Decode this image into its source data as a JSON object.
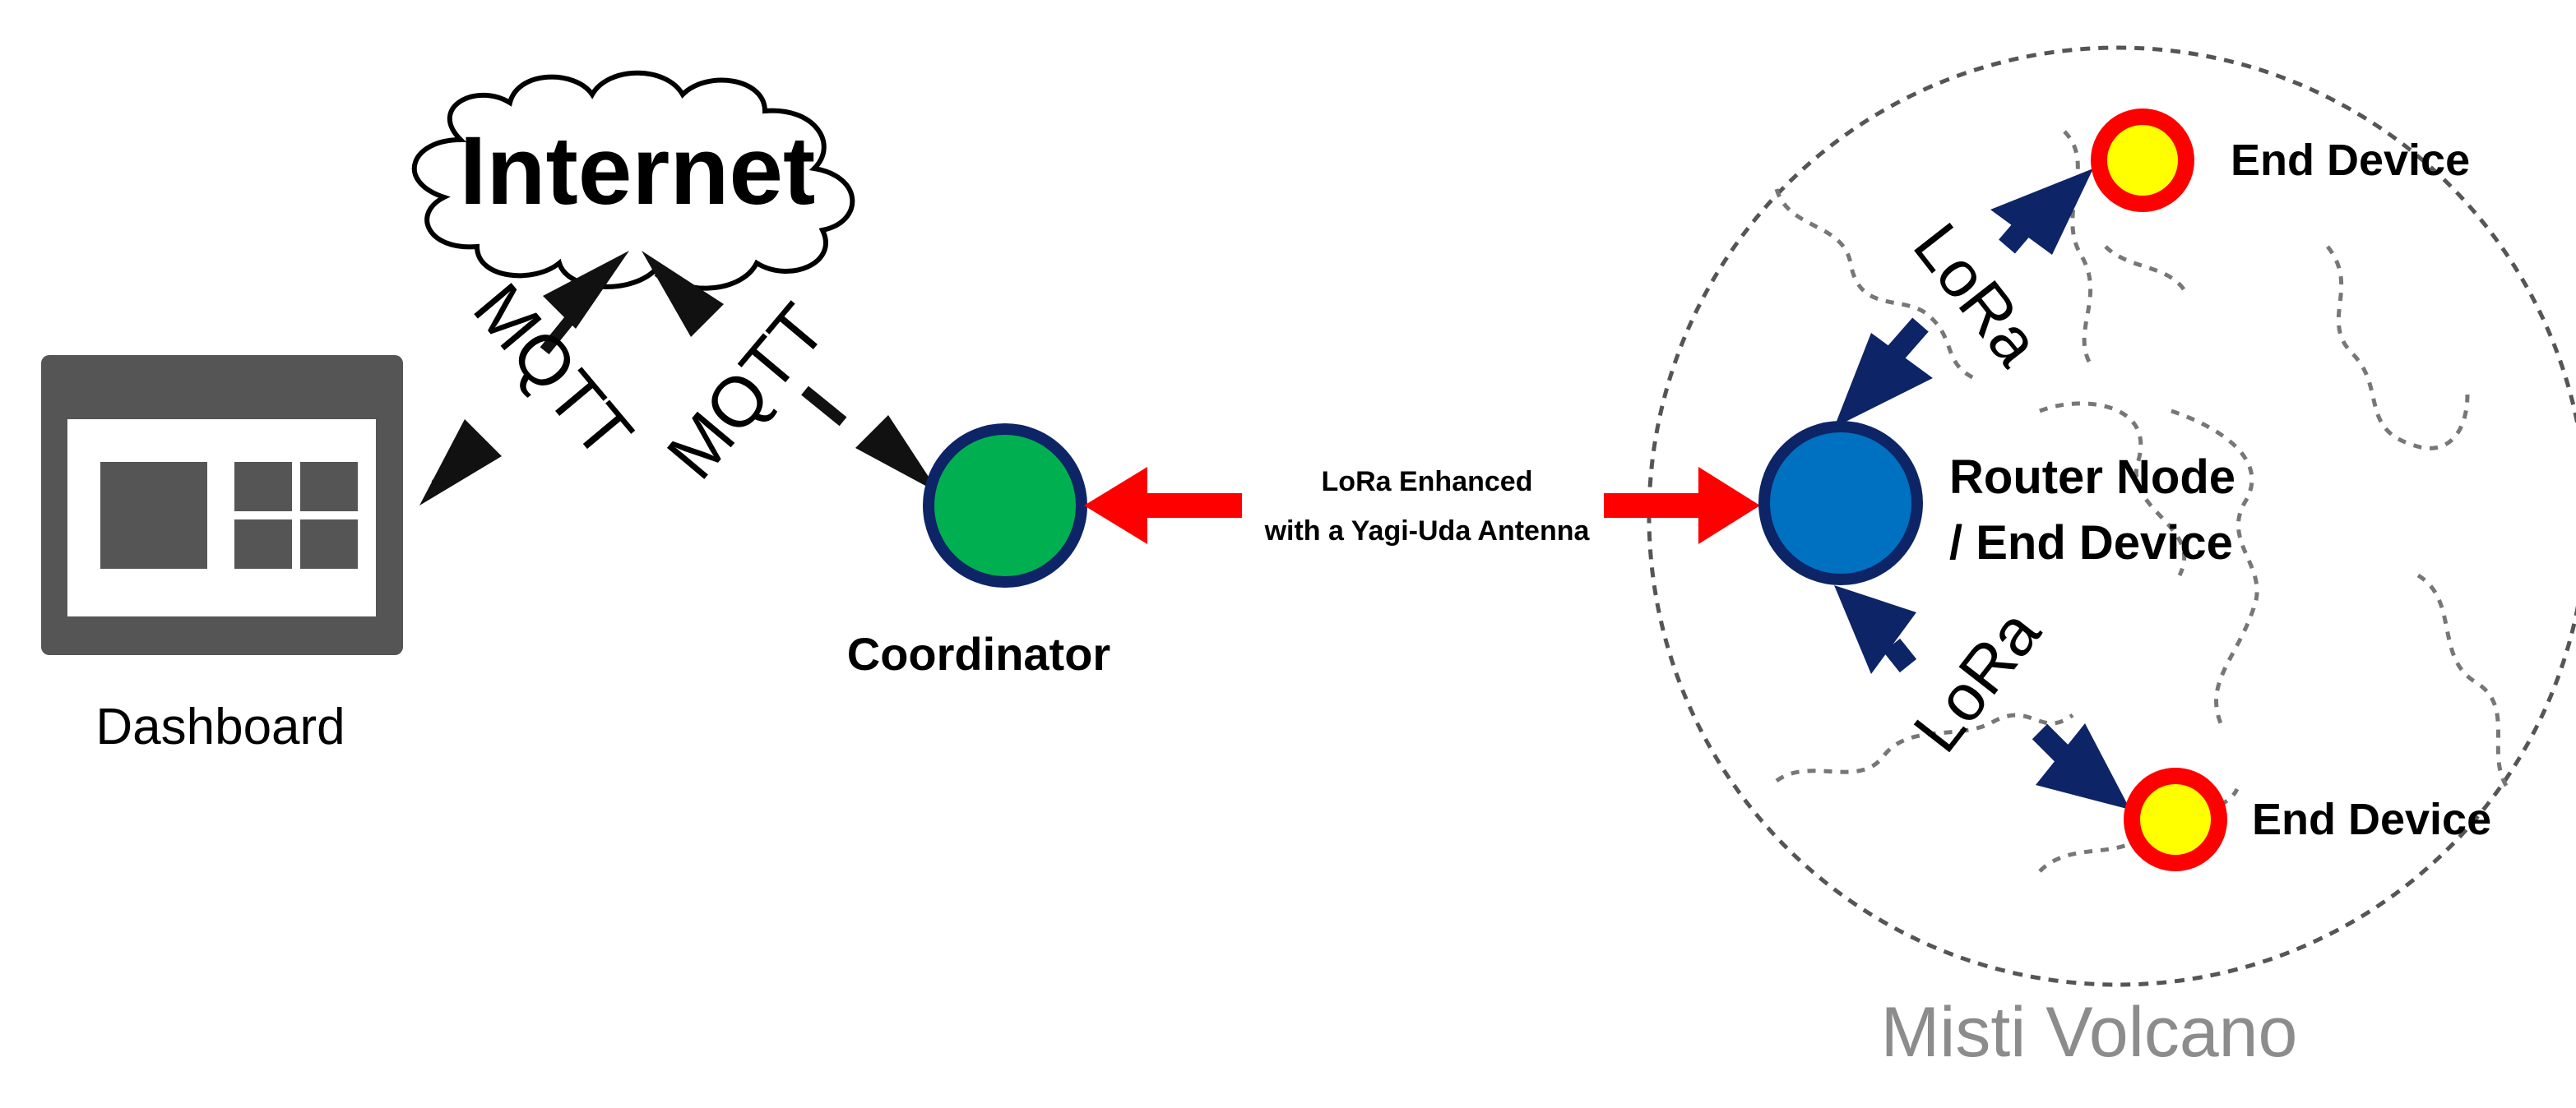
{
  "internet": {
    "label": "Internet"
  },
  "dashboard": {
    "label": "Dashboard"
  },
  "links": {
    "mqtt_left": "MQTT",
    "mqtt_right": "MQTT",
    "lora_enhanced_line1": "LoRa Enhanced",
    "lora_enhanced_line2": "with a Yagi-Uda Antenna",
    "lora_upper": "LoRa",
    "lora_lower": "LoRa"
  },
  "nodes": {
    "coordinator": "Coordinator",
    "router_line1": "Router Node",
    "router_line2": "/ End Device",
    "end_device_top": "End Device",
    "end_device_bottom": "End Device"
  },
  "region": {
    "label": "Misti Volcano"
  },
  "colors": {
    "navy_arrow": "#0d2466",
    "red_arrow": "#ff0000",
    "coordinator_fill": "#00b050",
    "router_fill": "#0070c0",
    "node_border": "#0d2466",
    "end_device_fill": "#ffff00",
    "end_device_border": "#ff0000",
    "dashboard_gray": "#555555",
    "region_label": "#8c8c8c"
  }
}
